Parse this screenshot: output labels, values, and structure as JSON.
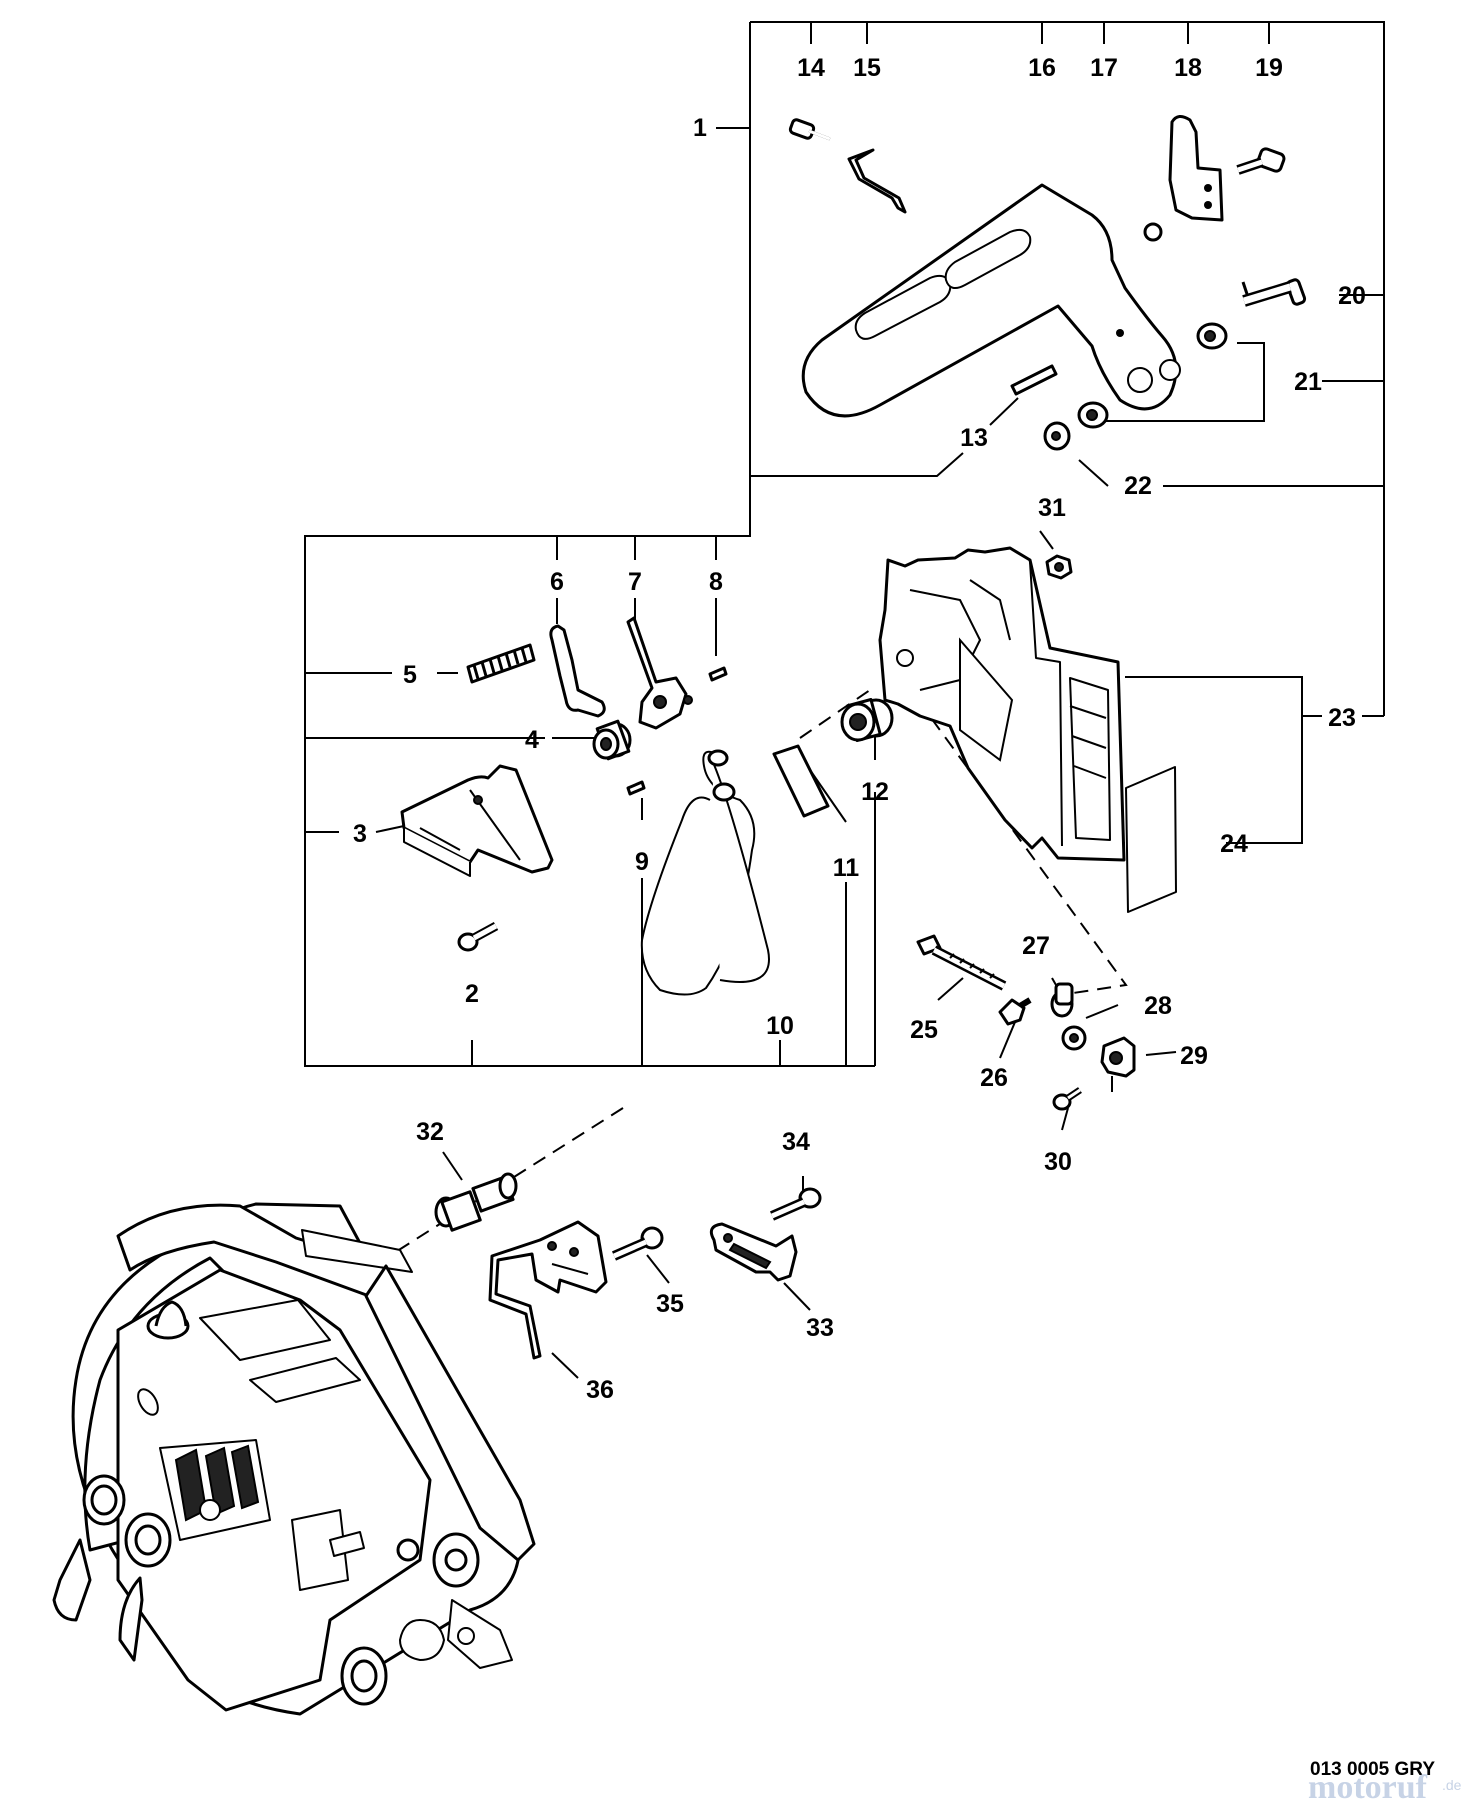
{
  "diagram": {
    "part_labels": [
      "1",
      "2",
      "3",
      "4",
      "5",
      "6",
      "7",
      "8",
      "9",
      "10",
      "11",
      "12",
      "13",
      "14",
      "15",
      "16",
      "17",
      "18",
      "19",
      "20",
      "21",
      "22",
      "23",
      "24",
      "25",
      "26",
      "27",
      "28",
      "29",
      "30",
      "31",
      "32",
      "33",
      "34",
      "35",
      "36"
    ],
    "drawing_code": "013 0005 GRY",
    "watermark": {
      "brand": "motoruf",
      "suffix": ".de"
    },
    "colors": {
      "line": "#000000",
      "background": "#ffffff",
      "watermark": "#c7d3e6"
    }
  }
}
